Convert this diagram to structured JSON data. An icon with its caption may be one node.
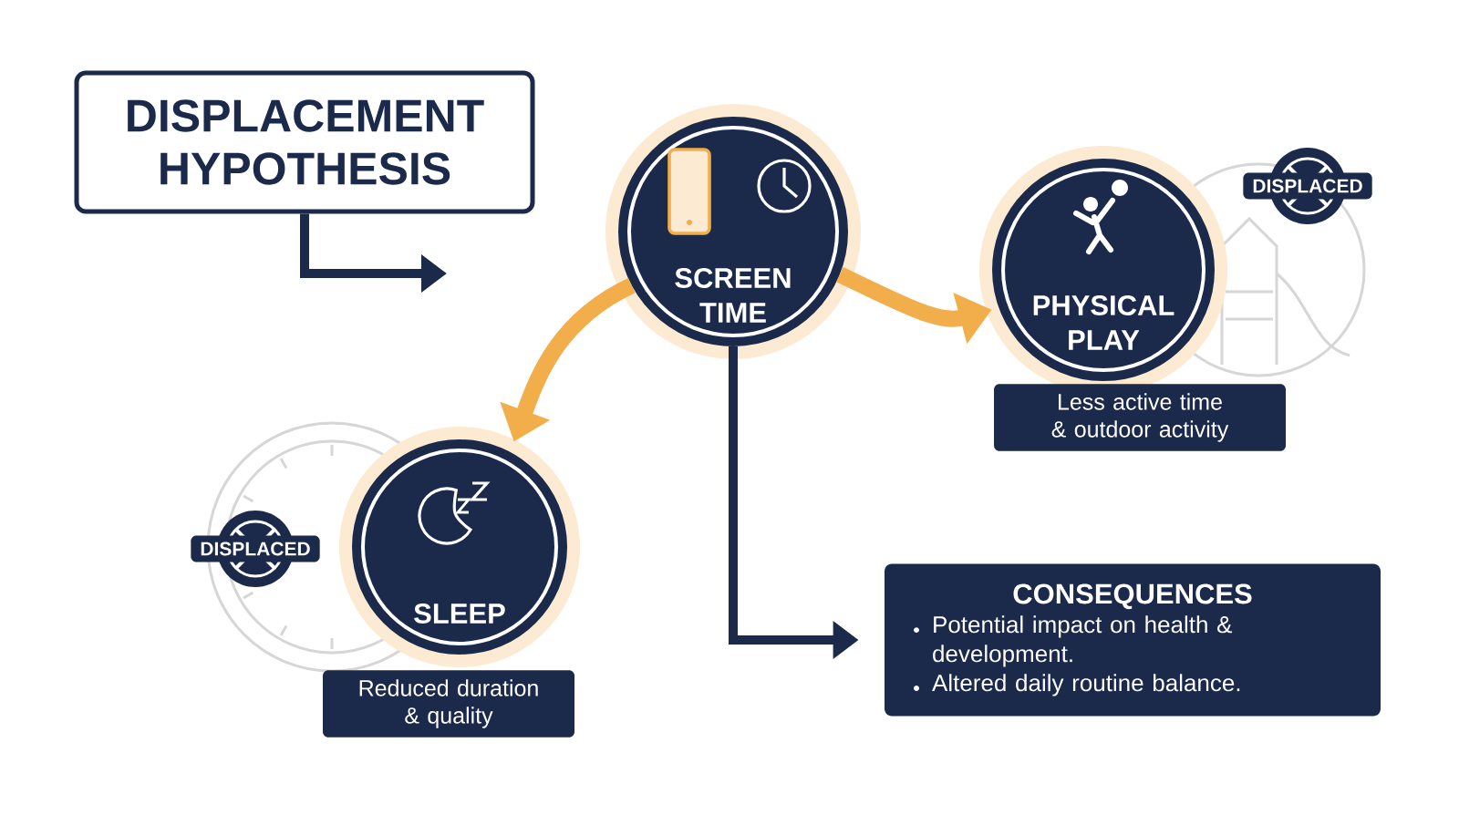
{
  "diagram": {
    "nodes": [
      {
        "text": [
          "DISPLACEMENT HYPOTHESIS"
        ]
      },
      {
        "text": [
          "SCREEN TIME"
        ]
      },
      {
        "text": [
          "DISPLACED"
        ]
      },
      {
        "text": [
          "PHYSICAL PLAY"
        ]
      },
      {
        "text": [
          "Less active time & outdoor activity"
        ]
      },
      {
        "text": [
          "DISPLACED"
        ]
      },
      {
        "text": [
          "SLEEP"
        ]
      },
      {
        "text": [
          "Reduced duration & quality"
        ]
      },
      {
        "text": [
          "CONSEQUENCES",
          "Potential impact on health & development.",
          "Altered daily routine balance."
        ]
      }
    ],
    "edges": [
      {
        "from": 0,
        "to": null,
        "arrow": "to"
      },
      {
        "from": 1,
        "to": 3,
        "arrow": "to",
        "style": "thick",
        "color": "#f2ae4a"
      },
      {
        "from": 1,
        "to": 6,
        "arrow": "to",
        "style": "thick",
        "color": "#f2ae4a"
      },
      {
        "from": 1,
        "to": 8,
        "arrow": "to"
      }
    ]
  }
}
